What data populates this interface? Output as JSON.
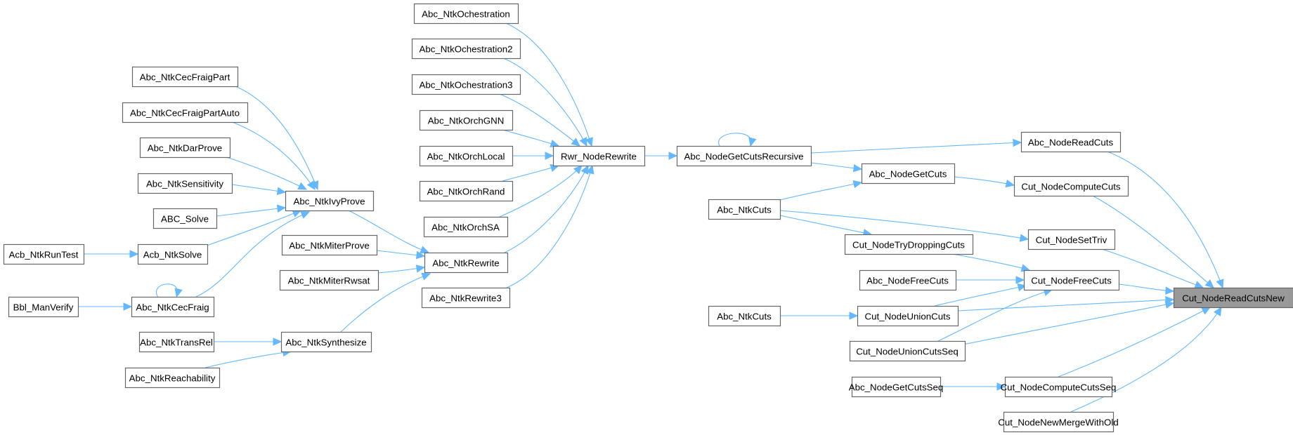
{
  "graph": {
    "type": "caller-graph",
    "root": "Cut_NodeReadCutsNew",
    "edge_color": "#63b8ff",
    "node_border_color": "#666666",
    "root_fill_color": "#999999",
    "nodes": [
      {
        "id": "n_cecfraigpart",
        "label": "Abc_NtkCecFraigPart"
      },
      {
        "id": "n_cecfraigpartauto",
        "label": "Abc_NtkCecFraigPartAuto"
      },
      {
        "id": "n_darprove",
        "label": "Abc_NtkDarProve"
      },
      {
        "id": "n_sensitivity",
        "label": "Abc_NtkSensitivity"
      },
      {
        "id": "n_abcsolve",
        "label": "ABC_Solve"
      },
      {
        "id": "n_acbruntest",
        "label": "Acb_NtkRunTest"
      },
      {
        "id": "n_acbsolve",
        "label": "Acb_NtkSolve"
      },
      {
        "id": "n_bblmanverify",
        "label": "Bbl_ManVerify"
      },
      {
        "id": "n_cecfraig",
        "label": "Abc_NtkCecFraig"
      },
      {
        "id": "n_transrel",
        "label": "Abc_NtkTransRel"
      },
      {
        "id": "n_reachability",
        "label": "Abc_NtkReachability"
      },
      {
        "id": "n_ivyprove",
        "label": "Abc_NtkIvyProve"
      },
      {
        "id": "n_miterprove",
        "label": "Abc_NtkMiterProve"
      },
      {
        "id": "n_miterrwsat",
        "label": "Abc_NtkMiterRwsat"
      },
      {
        "id": "n_synthesize",
        "label": "Abc_NtkSynthesize"
      },
      {
        "id": "n_ochestration",
        "label": "Abc_NtkOchestration"
      },
      {
        "id": "n_ochestration2",
        "label": "Abc_NtkOchestration2"
      },
      {
        "id": "n_ochestration3",
        "label": "Abc_NtkOchestration3"
      },
      {
        "id": "n_orchgnn",
        "label": "Abc_NtkOrchGNN"
      },
      {
        "id": "n_orchlocal",
        "label": "Abc_NtkOrchLocal"
      },
      {
        "id": "n_orchrand",
        "label": "Abc_NtkOrchRand"
      },
      {
        "id": "n_orchsa",
        "label": "Abc_NtkOrchSA"
      },
      {
        "id": "n_ntkrewrite",
        "label": "Abc_NtkRewrite"
      },
      {
        "id": "n_ntkrewrite3",
        "label": "Abc_NtkRewrite3"
      },
      {
        "id": "n_rwrnoderewrite",
        "label": "Rwr_NodeRewrite"
      },
      {
        "id": "n_getcutsrec",
        "label": "Abc_NodeGetCutsRecursive"
      },
      {
        "id": "n_getcuts",
        "label": "Abc_NodeGetCuts"
      },
      {
        "id": "n_ntkcuts1",
        "label": "Abc_NtkCuts"
      },
      {
        "id": "n_trydropping",
        "label": "Cut_NodeTryDroppingCuts"
      },
      {
        "id": "n_abcfreecuts",
        "label": "Abc_NodeFreeCuts"
      },
      {
        "id": "n_ntkcuts2",
        "label": "Abc_NtkCuts"
      },
      {
        "id": "n_unioncuts",
        "label": "Cut_NodeUnionCuts"
      },
      {
        "id": "n_unioncutsseq",
        "label": "Cut_NodeUnionCutsSeq"
      },
      {
        "id": "n_getcutsseq",
        "label": "Abc_NodeGetCutsSeq"
      },
      {
        "id": "n_readcuts",
        "label": "Abc_NodeReadCuts"
      },
      {
        "id": "n_computecuts",
        "label": "Cut_NodeComputeCuts"
      },
      {
        "id": "n_settriv",
        "label": "Cut_NodeSetTriv"
      },
      {
        "id": "n_cutfreecuts",
        "label": "Cut_NodeFreeCuts"
      },
      {
        "id": "n_computecutsseq",
        "label": "Cut_NodeComputeCutsSeq"
      },
      {
        "id": "n_newmerge",
        "label": "Cut_NodeNewMergeWithOld"
      },
      {
        "id": "n_root",
        "label": "Cut_NodeReadCutsNew"
      }
    ],
    "edges": [
      [
        "n_cecfraigpart",
        "n_ivyprove"
      ],
      [
        "n_cecfraigpartauto",
        "n_ivyprove"
      ],
      [
        "n_darprove",
        "n_ivyprove"
      ],
      [
        "n_sensitivity",
        "n_ivyprove"
      ],
      [
        "n_abcsolve",
        "n_ivyprove"
      ],
      [
        "n_acbsolve",
        "n_ivyprove"
      ],
      [
        "n_cecfraig",
        "n_ivyprove"
      ],
      [
        "n_acbruntest",
        "n_acbsolve"
      ],
      [
        "n_bblmanverify",
        "n_cecfraig"
      ],
      [
        "n_cecfraig",
        "n_cecfraig"
      ],
      [
        "n_transrel",
        "n_synthesize"
      ],
      [
        "n_reachability",
        "n_synthesize"
      ],
      [
        "n_ivyprove",
        "n_ntkrewrite"
      ],
      [
        "n_miterprove",
        "n_ntkrewrite"
      ],
      [
        "n_miterrwsat",
        "n_ntkrewrite"
      ],
      [
        "n_synthesize",
        "n_ntkrewrite"
      ],
      [
        "n_ochestration",
        "n_rwrnoderewrite"
      ],
      [
        "n_ochestration2",
        "n_rwrnoderewrite"
      ],
      [
        "n_ochestration3",
        "n_rwrnoderewrite"
      ],
      [
        "n_orchgnn",
        "n_rwrnoderewrite"
      ],
      [
        "n_orchlocal",
        "n_rwrnoderewrite"
      ],
      [
        "n_orchrand",
        "n_rwrnoderewrite"
      ],
      [
        "n_orchsa",
        "n_rwrnoderewrite"
      ],
      [
        "n_ntkrewrite",
        "n_rwrnoderewrite"
      ],
      [
        "n_ntkrewrite3",
        "n_rwrnoderewrite"
      ],
      [
        "n_rwrnoderewrite",
        "n_getcutsrec"
      ],
      [
        "n_getcutsrec",
        "n_getcutsrec"
      ],
      [
        "n_getcutsrec",
        "n_readcuts"
      ],
      [
        "n_getcutsrec",
        "n_getcuts"
      ],
      [
        "n_ntkcuts1",
        "n_getcuts"
      ],
      [
        "n_ntkcuts1",
        "n_settriv"
      ],
      [
        "n_ntkcuts1",
        "n_trydropping"
      ],
      [
        "n_getcuts",
        "n_computecuts"
      ],
      [
        "n_trydropping",
        "n_cutfreecuts"
      ],
      [
        "n_abcfreecuts",
        "n_cutfreecuts"
      ],
      [
        "n_unioncuts",
        "n_cutfreecuts"
      ],
      [
        "n_unioncutsseq",
        "n_cutfreecuts"
      ],
      [
        "n_ntkcuts2",
        "n_unioncuts"
      ],
      [
        "n_getcutsseq",
        "n_computecutsseq"
      ],
      [
        "n_readcuts",
        "n_root"
      ],
      [
        "n_computecuts",
        "n_root"
      ],
      [
        "n_settriv",
        "n_root"
      ],
      [
        "n_cutfreecuts",
        "n_root"
      ],
      [
        "n_unioncuts",
        "n_root"
      ],
      [
        "n_unioncutsseq",
        "n_root"
      ],
      [
        "n_computecutsseq",
        "n_root"
      ],
      [
        "n_newmerge",
        "n_root"
      ]
    ]
  }
}
